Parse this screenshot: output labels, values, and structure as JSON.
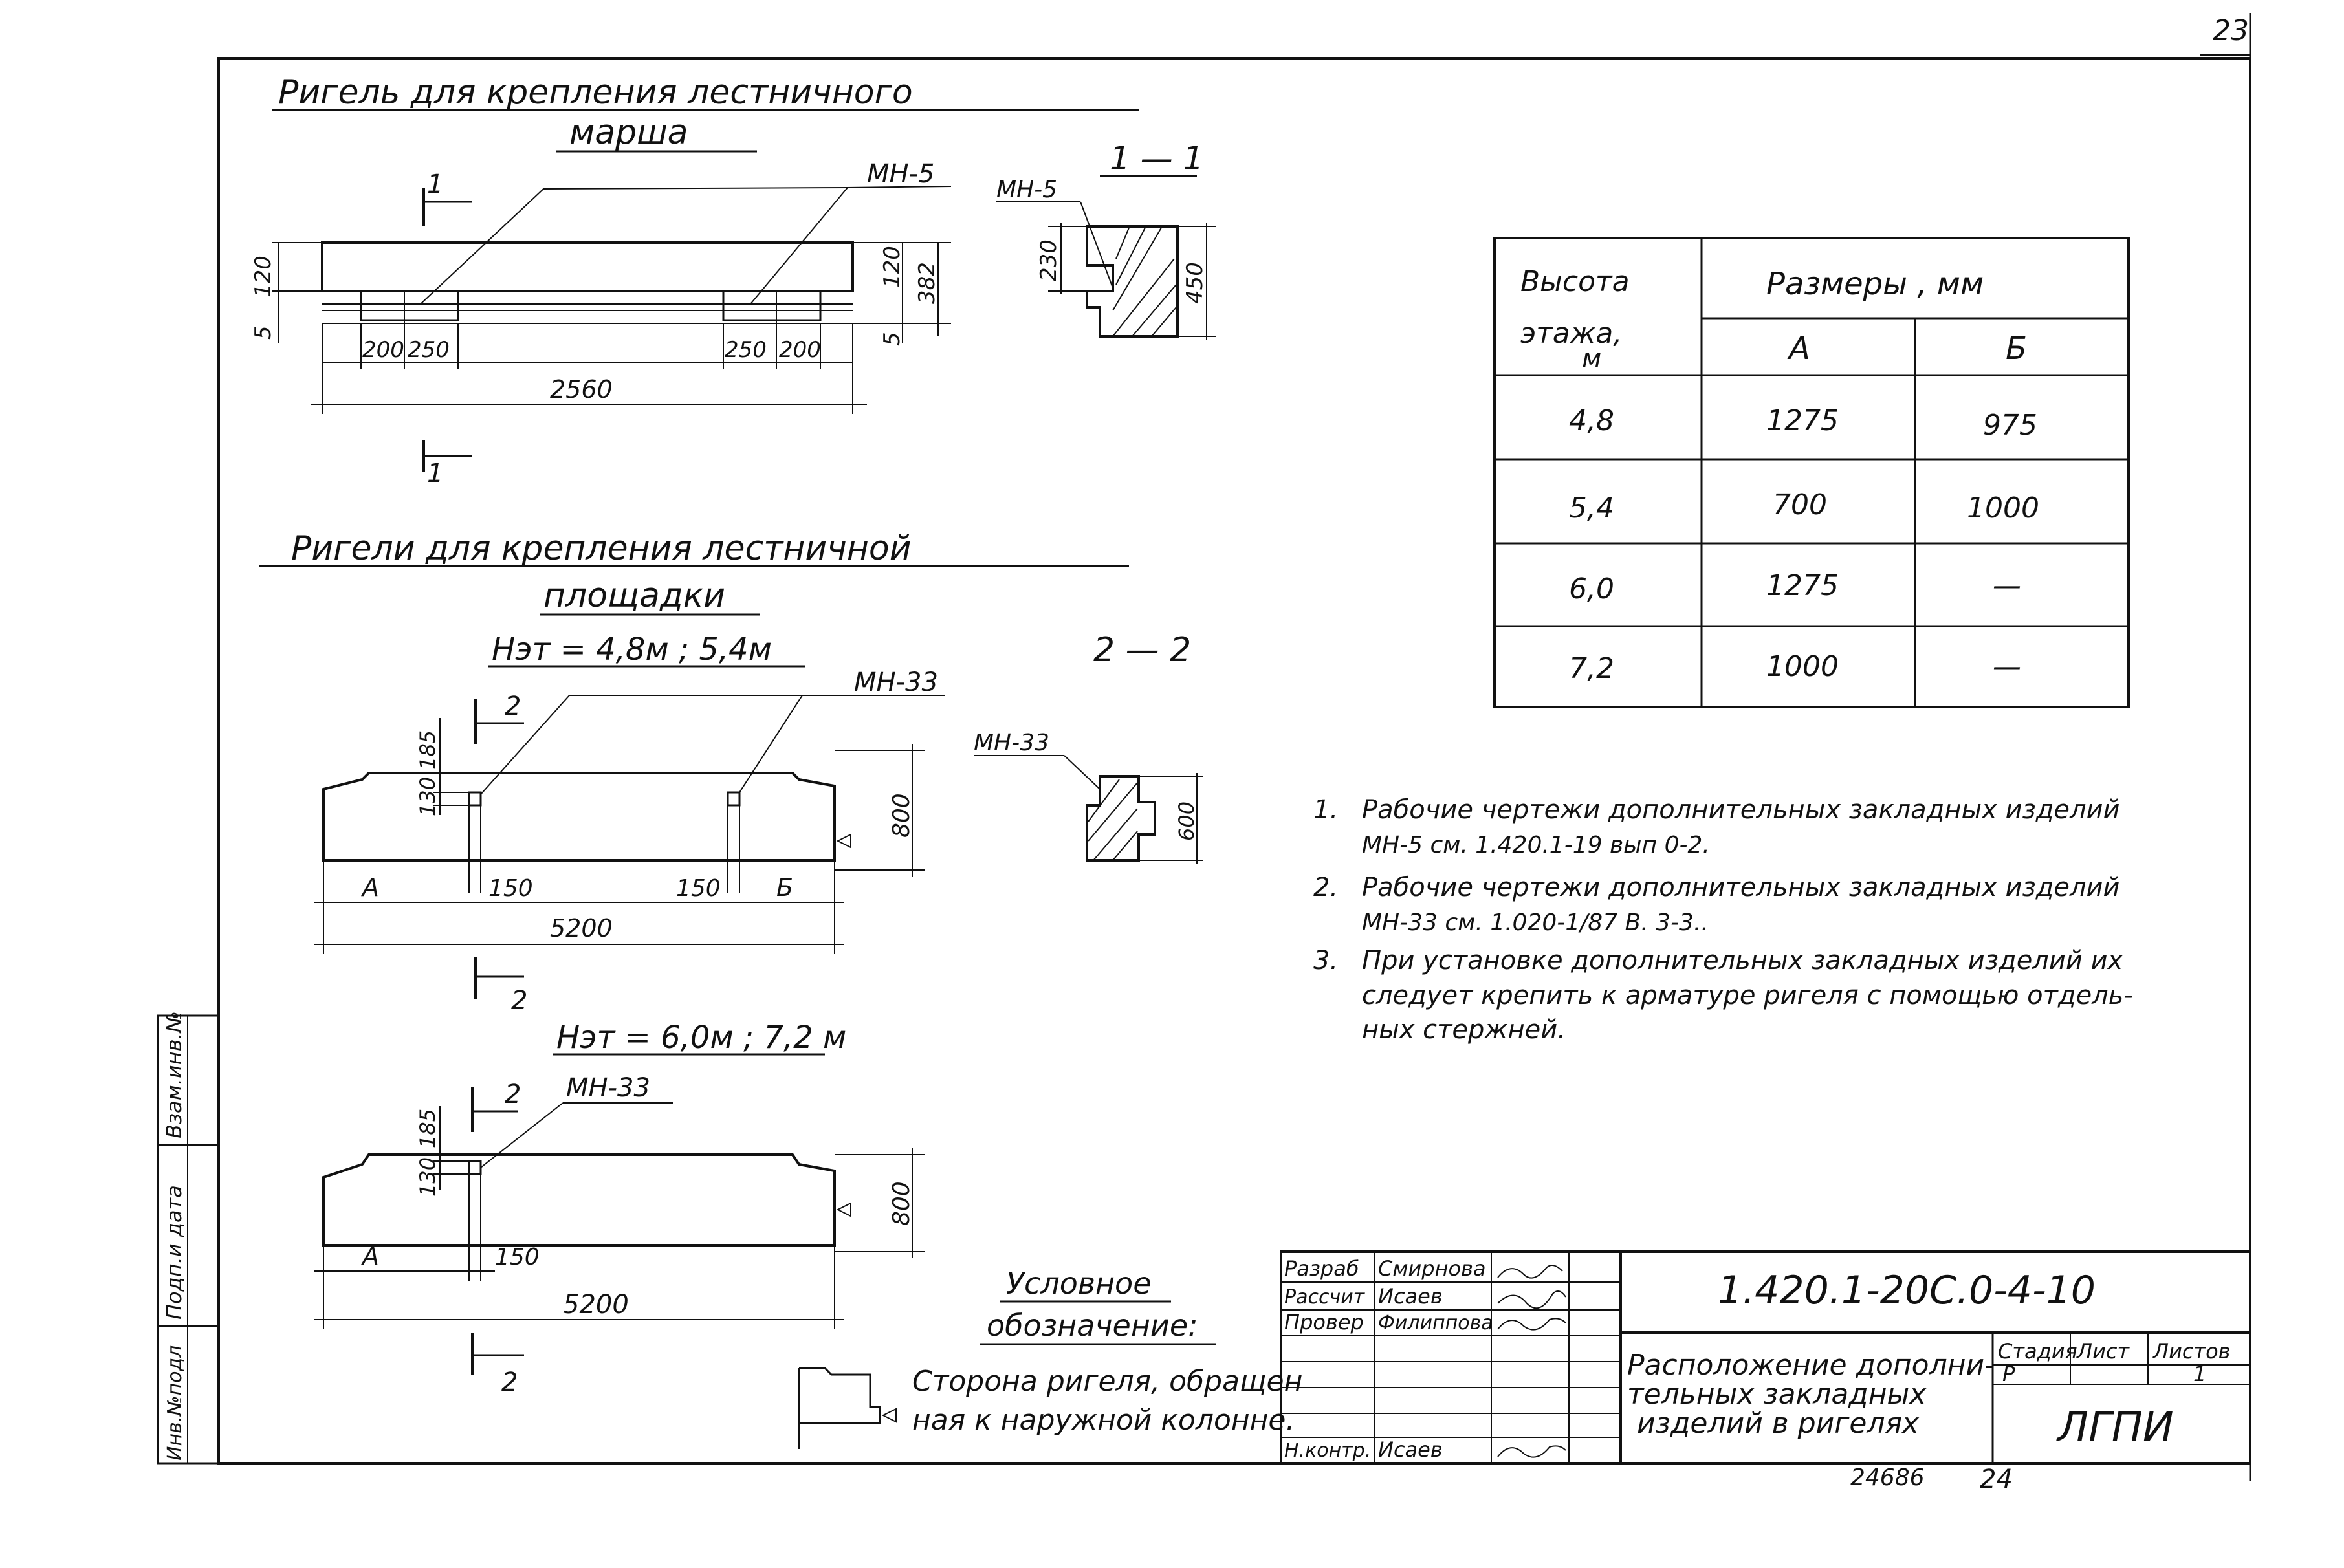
{
  "sheet": {
    "page_number": "23",
    "archive_number": "24686",
    "bottom_number": "24"
  },
  "section1": {
    "title_line1": "Ригель для крепления лестничного",
    "title_line2": "марша",
    "callout": "МН-5",
    "cut_label": "1",
    "dims": {
      "top_height": "120",
      "gap": "5",
      "right_height": "120",
      "total_height": "382",
      "right_gap": "5",
      "left_a": "200",
      "left_b": "250",
      "right_b": "250",
      "right_a": "200",
      "length": "2560"
    }
  },
  "section1_1": {
    "title": "1 — 1",
    "callout": "МН-5",
    "dim_small": "230",
    "dim_height": "450"
  },
  "section2": {
    "title_line1": "Ригели для крепления лестничной",
    "title_line2": "площадки",
    "subtitle": "Нэт = 4,8м ; 5,4м",
    "callout": "МН-33",
    "cut_label": "2",
    "dims": {
      "top1": "185",
      "top2": "130",
      "height": "800",
      "left_label": "А",
      "left_offset": "150",
      "right_offset": "150",
      "right_label": "Б",
      "length": "5200"
    }
  },
  "section2_2": {
    "title": "2 — 2",
    "callout": "МН-33",
    "dim_height": "600"
  },
  "section3": {
    "subtitle": "Нэт = 6,0м ; 7,2 м",
    "callout": "МН-33",
    "cut_label": "2",
    "dims": {
      "top1": "185",
      "top2": "130",
      "height": "800",
      "left_label": "А",
      "left_offset": "150",
      "length": "5200"
    }
  },
  "table": {
    "col1_header_line1": "Высота",
    "col1_header_line2": "этажа,",
    "col1_header_line3": "м",
    "group_header": "Размеры , мм",
    "col_a": "А",
    "col_b": "Б",
    "rows": [
      {
        "h": "4,8",
        "a": "1275",
        "b": "975"
      },
      {
        "h": "5,4",
        "a": "700",
        "b": "1000"
      },
      {
        "h": "6,0",
        "a": "1275",
        "b": "—"
      },
      {
        "h": "7,2",
        "a": "1000",
        "b": "—"
      }
    ]
  },
  "notes": [
    {
      "num": "1.",
      "line1": "Рабочие чертежи дополнительных закладных изделий",
      "line2": "МН-5 см. 1.420.1-19 вып 0-2."
    },
    {
      "num": "2.",
      "line1": "Рабочие чертежи дополнительных закладных изделий",
      "line2": "МН-33 см. 1.020-1/87 В. 3-3.."
    },
    {
      "num": "3.",
      "line1": "При установке дополнительных закладных изделий их",
      "line2": "следует крепить к арматуре ригеля с помощью отдель-",
      "line3": "ных стержней."
    }
  ],
  "legend": {
    "title_line1": "Условное",
    "title_line2": "обозначение:",
    "text_line1": "Сторона ригеля, обращен",
    "text_line2": "ная к наружной колонне."
  },
  "side_stamp": {
    "cells": [
      "Взам.инв.№",
      "Подп.и дата",
      "Инв.№подл"
    ]
  },
  "title_block": {
    "designation": "1.420.1-20С.0-4-10",
    "title_line1": "Расположение дополни-",
    "title_line2": "тельных закладных",
    "title_line3": "изделий в ригелях",
    "stage_label": "Стадия",
    "sheet_label": "Лист",
    "sheets_label": "Листов",
    "stage": "Р",
    "sheets": "1",
    "org": "ЛГПИ",
    "roles": [
      {
        "role": "Разраб",
        "name": "Смирнова"
      },
      {
        "role": "Рассчит",
        "name": "Исаев"
      },
      {
        "role": "Провер",
        "name": "Филиппова"
      },
      {
        "role": "",
        "name": ""
      },
      {
        "role": "",
        "name": ""
      },
      {
        "role": "",
        "name": ""
      },
      {
        "role": "Н.контр.",
        "name": "Исаев"
      }
    ]
  }
}
